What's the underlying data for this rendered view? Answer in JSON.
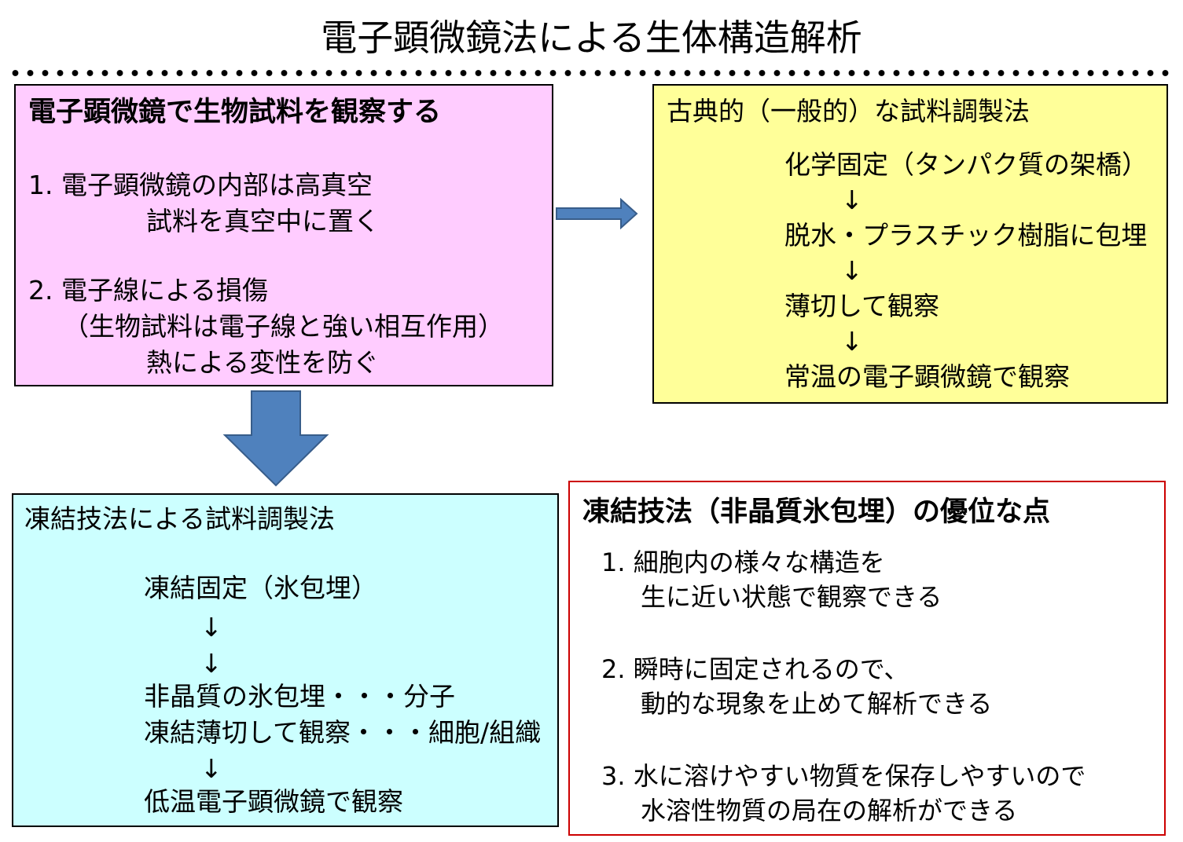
{
  "title": "電子顕微鏡法による生体構造解析",
  "colors": {
    "pink_box": "#ffccff",
    "yellow_box": "#ffff99",
    "cyan_box": "#ccffff",
    "red_border": "#cc0000",
    "arrow_fill": "#4f81bd",
    "arrow_stroke": "#385d8a"
  },
  "pink": {
    "heading": "電子顕微鏡で生物試料を観察する",
    "item1": "1. 電子顕微鏡の内部は高真空",
    "item1_sub": "試料を真空中に置く",
    "item2": "2. 電子線による損傷",
    "item2_paren": "（生物試料は電子線と強い相互作用）",
    "item2_sub": "熱による変性を防ぐ"
  },
  "yellow": {
    "heading": "古典的（一般的）な試料調製法",
    "steps": [
      "化学固定（タンパク質の架橋）",
      "脱水・プラスチック樹脂に包埋",
      "薄切して観察",
      "常温の電子顕微鏡で観察"
    ],
    "arrow": "↓"
  },
  "cyan": {
    "heading": "凍結技法による試料調製法",
    "step1": "凍結固定（氷包埋）",
    "step2a": "非晶質の氷包埋・・・分子",
    "step2b": "凍結薄切して観察・・・細胞/組織",
    "step3": "低温電子顕微鏡で観察",
    "arrow": "↓"
  },
  "advantages": {
    "heading": "凍結技法（非晶質氷包埋）の優位な点",
    "items": [
      {
        "line1": "1. 細胞内の様々な構造を",
        "line2": "生に近い状態で観察できる"
      },
      {
        "line1": "2. 瞬時に固定されるので、",
        "line2": "動的な現象を止めて解析できる"
      },
      {
        "line1": "3. 水に溶けやすい物質を保存しやすいので",
        "line2": "水溶性物質の局在の解析ができる"
      }
    ]
  }
}
